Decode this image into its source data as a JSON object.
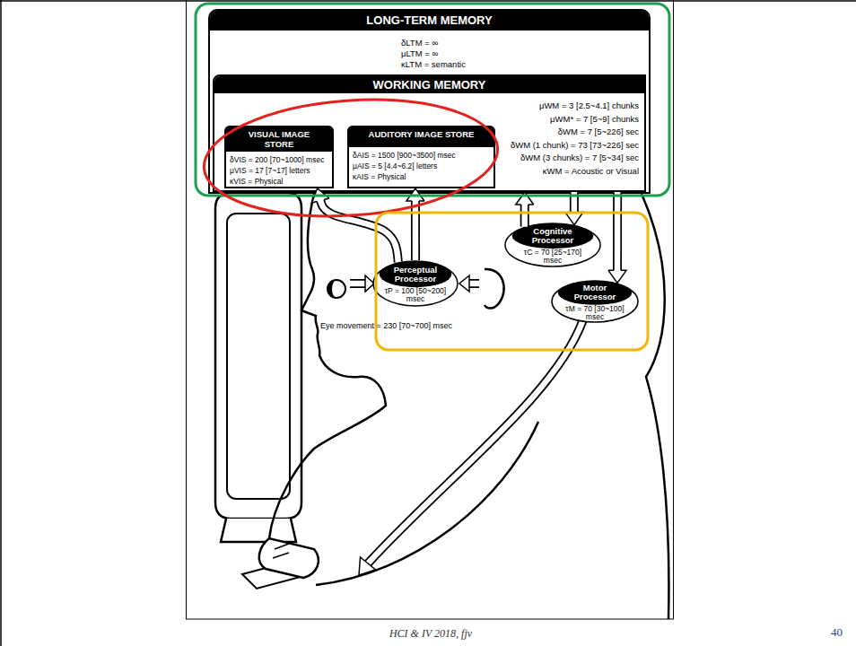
{
  "diagram": {
    "caption": "HCI & IV 2018, fjv",
    "nodes": [
      {
        "text": [
          "LONG-TERM MEMORY",
          "δLTM = ∞",
          "μLTM = ∞",
          "κLTM = semantic"
        ]
      },
      {
        "text": [
          "WORKING MEMORY",
          "μWM = 3 [2.5~4.1] chunks",
          "μWM* = 7 [5~9] chunks",
          "δWM = 7 [5~226] sec",
          "δWM (1 chunk) = 73 [73~226] sec",
          "δWM (3 chunks) = 7 [5~34] sec",
          "κWM = Acoustic or Visual"
        ],
        "in": 0
      },
      {
        "text": [
          "VISUAL IMAGE STORE",
          "δVIS = 200 [70~1000] msec",
          "μVIS = 17 [7~17] letters",
          "κVIS = Physical"
        ],
        "in": 1
      },
      {
        "text": [
          "AUDITORY IMAGE STORE",
          "δAIS = 1500 [900~3500] msec",
          "μAIS = 5 [4.4~6.2] letters",
          "κAIS = Physical"
        ],
        "in": 1
      },
      {
        "text": [
          "Cognitive Processor",
          "τC = 70 [25~170] msec"
        ]
      },
      {
        "text": [
          "Perceptual Processor",
          "τP = 100 [50~200] msec"
        ]
      },
      {
        "text": [
          "Motor Processor",
          "τM = 70 [30~100] msec"
        ]
      }
    ],
    "edges": [
      {
        "from": 5,
        "to": 2,
        "arrow": "to"
      },
      {
        "from": 5,
        "to": 3,
        "arrow": "to"
      },
      {
        "from": 4,
        "to": 1,
        "arrow": "to"
      },
      {
        "from": 1,
        "to": 4,
        "arrow": "to"
      },
      {
        "from": 1,
        "to": 6,
        "arrow": "to"
      }
    ],
    "labels": [
      "Eye movement = 230 [70~700] msec",
      "40"
    ]
  }
}
